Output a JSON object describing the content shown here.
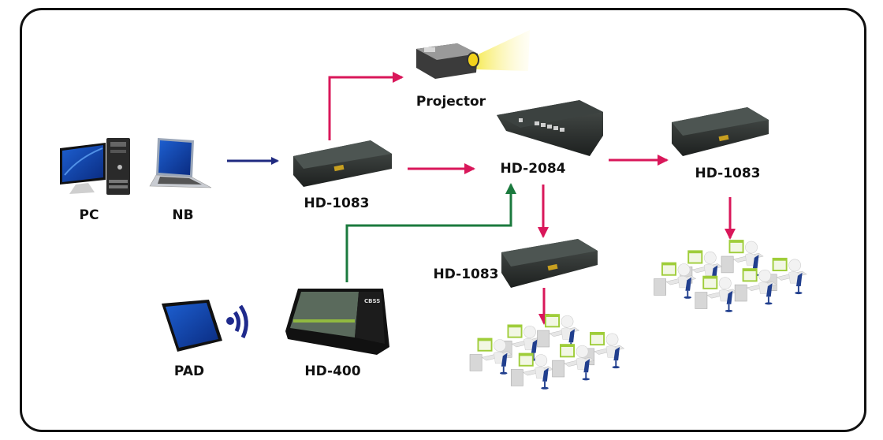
{
  "diagram": {
    "type": "av-distribution-network",
    "colors": {
      "frame": "#111111",
      "link_source": "#1f2a80",
      "link_signal": "#d9175a",
      "link_control": "#1b7a3e",
      "wifi": "#1f2a8c",
      "projector_beam": "#f8f29a",
      "device_body": "#2b2f2d",
      "screen_green": "#9fcd3a",
      "chair_blue": "#213f8e"
    },
    "nodes": [
      {
        "id": "pc",
        "label": "PC",
        "icon": "desktop-computer-icon"
      },
      {
        "id": "nb",
        "label": "NB",
        "icon": "laptop-icon"
      },
      {
        "id": "hd1083_src",
        "label": "HD-1083",
        "icon": "hdbaset-extender-icon"
      },
      {
        "id": "projector",
        "label": "Projector",
        "icon": "projector-icon"
      },
      {
        "id": "hd2084",
        "label": "HD-2084",
        "icon": "matrix-switcher-icon"
      },
      {
        "id": "hd1083_right",
        "label": "HD-1083",
        "icon": "hdbaset-extender-icon"
      },
      {
        "id": "hd1083_mid",
        "label": "HD-1083",
        "icon": "hdbaset-extender-icon"
      },
      {
        "id": "pad",
        "label": "PAD",
        "icon": "tablet-icon"
      },
      {
        "id": "hd400",
        "label": "HD-400",
        "icon": "control-panel-icon"
      },
      {
        "id": "classroom_mid",
        "label": "",
        "icon": "classroom-workstations-icon"
      },
      {
        "id": "classroom_right",
        "label": "",
        "icon": "classroom-workstations-icon"
      }
    ],
    "edges": [
      {
        "from": "nb",
        "to": "hd1083_src",
        "type": "source"
      },
      {
        "from": "hd1083_src",
        "to": "projector",
        "type": "signal"
      },
      {
        "from": "hd1083_src",
        "to": "hd2084",
        "type": "signal"
      },
      {
        "from": "hd2084",
        "to": "hd1083_right",
        "type": "signal"
      },
      {
        "from": "hd2084",
        "to": "hd1083_mid",
        "type": "signal"
      },
      {
        "from": "hd1083_mid",
        "to": "classroom_mid",
        "type": "signal"
      },
      {
        "from": "hd1083_right",
        "to": "classroom_right",
        "type": "signal"
      },
      {
        "from": "hd400",
        "to": "hd2084",
        "type": "control"
      },
      {
        "from": "pad",
        "to": "hd400",
        "type": "wireless"
      }
    ]
  }
}
